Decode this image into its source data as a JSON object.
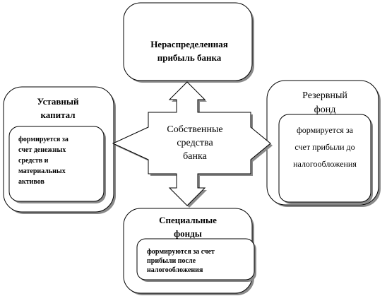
{
  "center": {
    "line1": "Собственные",
    "line2": "средства",
    "line3": "банка"
  },
  "top": {
    "line1": "Нераспределенная",
    "line2": "прибыль банка"
  },
  "left": {
    "line1": "Уставный",
    "line2": "капитал",
    "note": [
      "формируется за",
      "счет денежных",
      "средств и",
      "материальных",
      "активов"
    ]
  },
  "right": {
    "line1": "Резервный",
    "line2": "фонд",
    "note": [
      "формируется за",
      "счет прибыли до",
      "налогообложения"
    ]
  },
  "bottom": {
    "line1": "Специальные",
    "line2": "фонды",
    "note": [
      "формируются за счет",
      "прибыли после",
      "налогообложения"
    ]
  },
  "colors": {
    "stroke": "#000000",
    "shadow": "#8a8a8a",
    "fill": "#ffffff"
  }
}
